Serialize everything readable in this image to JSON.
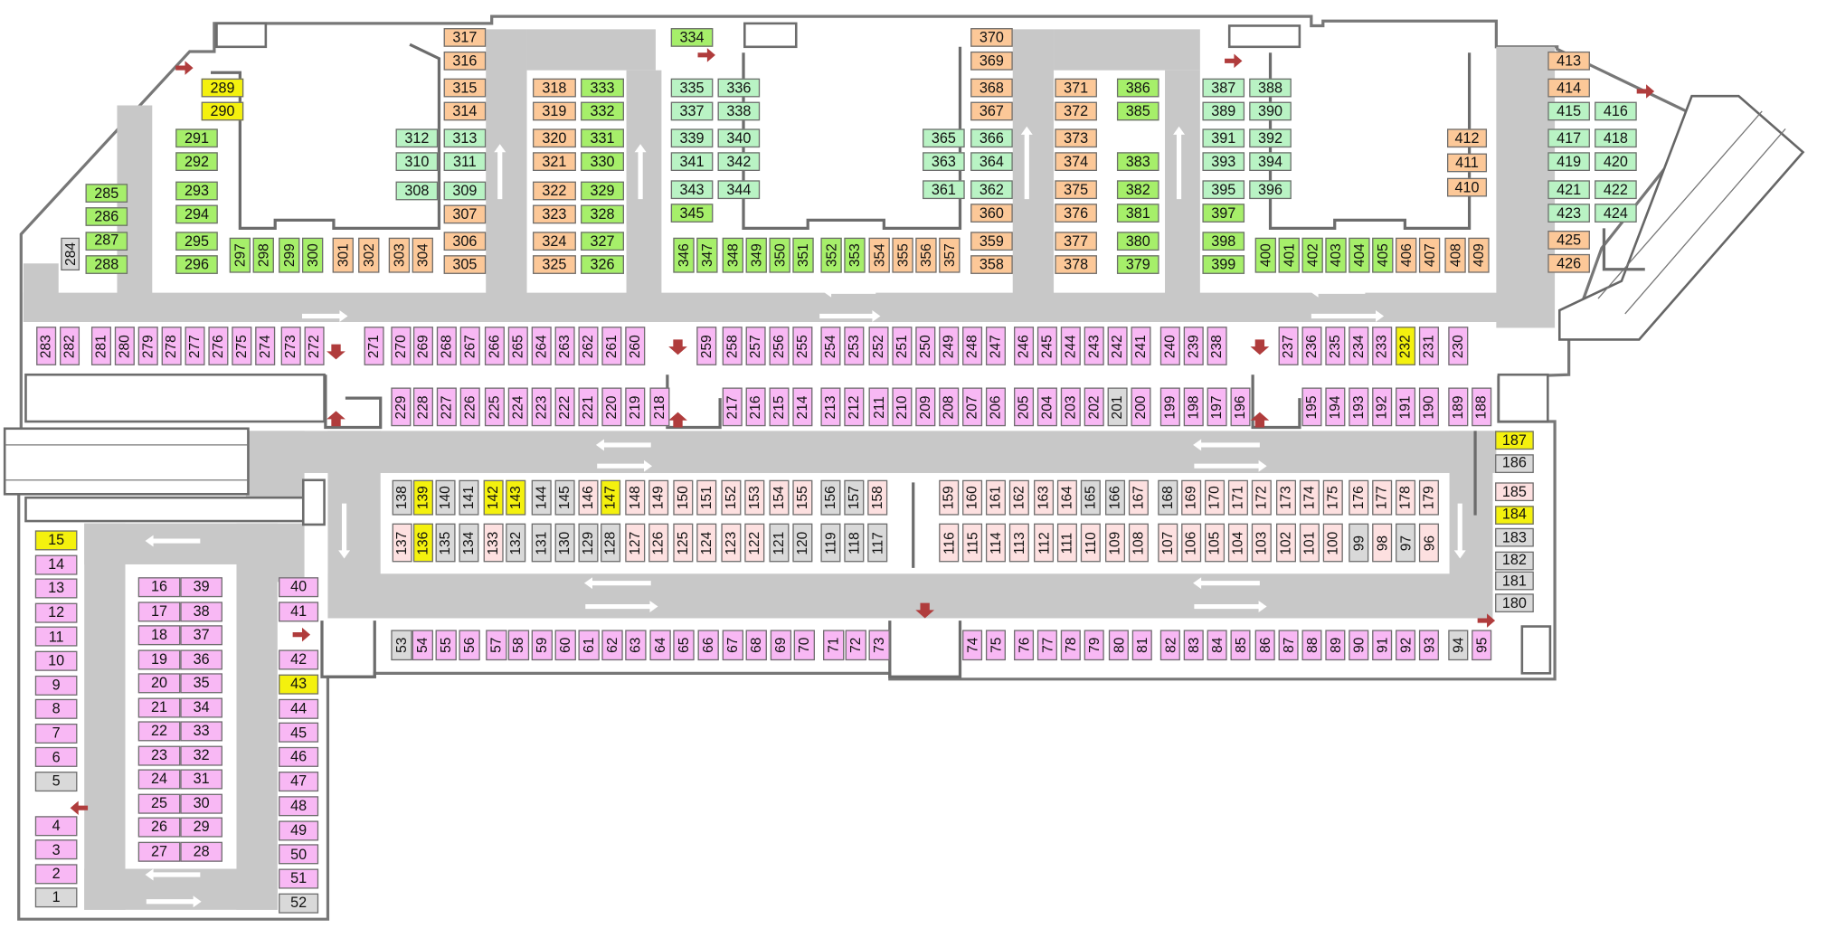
{
  "colors": {
    "pink": "#f8b8f4",
    "green": "#b9f3c4",
    "lime": "#a6ef6a",
    "orange": "#fcc898",
    "yellow": "#f4f10e",
    "gray": "#d9d9d9",
    "lightpink": "#fde0e0",
    "road": "#c8c8c8",
    "wall": "#6c6c6c",
    "arrow": "#b03c3c"
  },
  "palette": [
    "pink",
    "green",
    "lime",
    "orange",
    "yellow",
    "gray",
    "lightpink"
  ],
  "spots": [
    [
      "15",
      4
    ],
    [
      "14",
      0
    ],
    [
      "13",
      0
    ],
    [
      "12",
      0
    ],
    [
      "11",
      0
    ],
    [
      "10",
      0
    ],
    [
      "9",
      0
    ],
    [
      "8",
      0
    ],
    [
      "7",
      0
    ],
    [
      "6",
      0
    ],
    [
      "5",
      5
    ],
    [
      "4",
      0
    ],
    [
      "3",
      0
    ],
    [
      "2",
      0
    ],
    [
      "1",
      5
    ],
    [
      "16",
      0
    ],
    [
      "17",
      0
    ],
    [
      "18",
      0
    ],
    [
      "19",
      0
    ],
    [
      "20",
      0
    ],
    [
      "21",
      0
    ],
    [
      "22",
      0
    ],
    [
      "23",
      0
    ],
    [
      "24",
      0
    ],
    [
      "25",
      0
    ],
    [
      "26",
      0
    ],
    [
      "27",
      0
    ],
    [
      "39",
      0
    ],
    [
      "38",
      0
    ],
    [
      "37",
      0
    ],
    [
      "36",
      0
    ],
    [
      "35",
      0
    ],
    [
      "34",
      0
    ],
    [
      "33",
      0
    ],
    [
      "32",
      0
    ],
    [
      "31",
      0
    ],
    [
      "30",
      0
    ],
    [
      "29",
      0
    ],
    [
      "28",
      0
    ],
    [
      "40",
      0
    ],
    [
      "41",
      0
    ],
    [
      "42",
      0
    ],
    [
      "43",
      4
    ],
    [
      "44",
      0
    ],
    [
      "45",
      0
    ],
    [
      "46",
      0
    ],
    [
      "47",
      0
    ],
    [
      "48",
      0
    ],
    [
      "49",
      0
    ],
    [
      "50",
      0
    ],
    [
      "51",
      0
    ],
    [
      "52",
      5
    ],
    [
      "53",
      5
    ],
    [
      "54",
      0
    ],
    [
      "55",
      0
    ],
    [
      "56",
      0
    ],
    [
      "57",
      0
    ],
    [
      "58",
      0
    ],
    [
      "59",
      0
    ],
    [
      "60",
      0
    ],
    [
      "61",
      0
    ],
    [
      "62",
      0
    ],
    [
      "63",
      0
    ],
    [
      "64",
      0
    ],
    [
      "65",
      0
    ],
    [
      "66",
      0
    ],
    [
      "67",
      0
    ],
    [
      "68",
      0
    ],
    [
      "69",
      0
    ],
    [
      "70",
      0
    ],
    [
      "71",
      0
    ],
    [
      "72",
      0
    ],
    [
      "73",
      0
    ],
    [
      "74",
      0
    ],
    [
      "75",
      0
    ],
    [
      "76",
      0
    ],
    [
      "77",
      0
    ],
    [
      "78",
      0
    ],
    [
      "79",
      0
    ],
    [
      "80",
      0
    ],
    [
      "81",
      0
    ],
    [
      "82",
      0
    ],
    [
      "83",
      0
    ],
    [
      "84",
      0
    ],
    [
      "85",
      0
    ],
    [
      "86",
      0
    ],
    [
      "87",
      0
    ],
    [
      "88",
      0
    ],
    [
      "89",
      0
    ],
    [
      "90",
      0
    ],
    [
      "91",
      0
    ],
    [
      "92",
      0
    ],
    [
      "93",
      0
    ],
    [
      "94",
      5
    ],
    [
      "95",
      0
    ],
    [
      "137",
      6
    ],
    [
      "136",
      4
    ],
    [
      "135",
      5
    ],
    [
      "134",
      5
    ],
    [
      "133",
      6
    ],
    [
      "132",
      5
    ],
    [
      "131",
      5
    ],
    [
      "130",
      5
    ],
    [
      "129",
      5
    ],
    [
      "128",
      5
    ],
    [
      "127",
      6
    ],
    [
      "126",
      6
    ],
    [
      "125",
      6
    ],
    [
      "124",
      6
    ],
    [
      "123",
      6
    ],
    [
      "122",
      6
    ],
    [
      "121",
      5
    ],
    [
      "120",
      5
    ],
    [
      "119",
      5
    ],
    [
      "118",
      5
    ],
    [
      "117",
      5
    ],
    [
      "116",
      6
    ],
    [
      "115",
      6
    ],
    [
      "114",
      6
    ],
    [
      "113",
      6
    ],
    [
      "112",
      6
    ],
    [
      "111",
      6
    ],
    [
      "110",
      6
    ],
    [
      "109",
      6
    ],
    [
      "108",
      6
    ],
    [
      "107",
      6
    ],
    [
      "106",
      6
    ],
    [
      "105",
      6
    ],
    [
      "104",
      6
    ],
    [
      "103",
      6
    ],
    [
      "102",
      6
    ],
    [
      "101",
      6
    ],
    [
      "100",
      6
    ],
    [
      "99",
      5
    ],
    [
      "98",
      6
    ],
    [
      "97",
      5
    ],
    [
      "96",
      6
    ],
    [
      "138",
      5
    ],
    [
      "139",
      4
    ],
    [
      "140",
      5
    ],
    [
      "141",
      5
    ],
    [
      "142",
      4
    ],
    [
      "143",
      4
    ],
    [
      "144",
      5
    ],
    [
      "145",
      5
    ],
    [
      "146",
      6
    ],
    [
      "147",
      4
    ],
    [
      "148",
      6
    ],
    [
      "149",
      6
    ],
    [
      "150",
      6
    ],
    [
      "151",
      6
    ],
    [
      "152",
      6
    ],
    [
      "153",
      6
    ],
    [
      "154",
      6
    ],
    [
      "155",
      6
    ],
    [
      "156",
      5
    ],
    [
      "157",
      5
    ],
    [
      "158",
      6
    ],
    [
      "159",
      6
    ],
    [
      "160",
      6
    ],
    [
      "161",
      6
    ],
    [
      "162",
      6
    ],
    [
      "163",
      6
    ],
    [
      "164",
      6
    ],
    [
      "165",
      5
    ],
    [
      "166",
      5
    ],
    [
      "167",
      6
    ],
    [
      "168",
      5
    ],
    [
      "169",
      6
    ],
    [
      "170",
      6
    ],
    [
      "171",
      6
    ],
    [
      "172",
      6
    ],
    [
      "173",
      6
    ],
    [
      "174",
      6
    ],
    [
      "175",
      6
    ],
    [
      "176",
      6
    ],
    [
      "177",
      6
    ],
    [
      "178",
      6
    ],
    [
      "179",
      6
    ],
    [
      "229",
      0
    ],
    [
      "228",
      0
    ],
    [
      "227",
      0
    ],
    [
      "226",
      0
    ],
    [
      "225",
      0
    ],
    [
      "224",
      0
    ],
    [
      "223",
      0
    ],
    [
      "222",
      0
    ],
    [
      "221",
      0
    ],
    [
      "220",
      0
    ],
    [
      "219",
      0
    ],
    [
      "218",
      0
    ],
    [
      "217",
      0
    ],
    [
      "216",
      0
    ],
    [
      "215",
      0
    ],
    [
      "214",
      0
    ],
    [
      "213",
      0
    ],
    [
      "212",
      0
    ],
    [
      "211",
      0
    ],
    [
      "210",
      0
    ],
    [
      "209",
      0
    ],
    [
      "208",
      0
    ],
    [
      "207",
      0
    ],
    [
      "206",
      0
    ],
    [
      "205",
      0
    ],
    [
      "204",
      0
    ],
    [
      "203",
      0
    ],
    [
      "202",
      0
    ],
    [
      "201",
      5
    ],
    [
      "200",
      0
    ],
    [
      "199",
      0
    ],
    [
      "198",
      0
    ],
    [
      "197",
      0
    ],
    [
      "196",
      0
    ],
    [
      "195",
      0
    ],
    [
      "194",
      0
    ],
    [
      "193",
      0
    ],
    [
      "192",
      0
    ],
    [
      "191",
      0
    ],
    [
      "190",
      0
    ],
    [
      "189",
      0
    ],
    [
      "188",
      0
    ],
    [
      "187",
      4
    ],
    [
      "186",
      5
    ],
    [
      "185",
      6
    ],
    [
      "184",
      4
    ],
    [
      "183",
      5
    ],
    [
      "182",
      5
    ],
    [
      "181",
      5
    ],
    [
      "180",
      5
    ],
    [
      "283",
      0
    ],
    [
      "282",
      0
    ],
    [
      "281",
      0
    ],
    [
      "280",
      0
    ],
    [
      "279",
      0
    ],
    [
      "278",
      0
    ],
    [
      "277",
      0
    ],
    [
      "276",
      0
    ],
    [
      "275",
      0
    ],
    [
      "274",
      0
    ],
    [
      "273",
      0
    ],
    [
      "272",
      0
    ],
    [
      "271",
      0
    ],
    [
      "270",
      0
    ],
    [
      "269",
      0
    ],
    [
      "268",
      0
    ],
    [
      "267",
      0
    ],
    [
      "266",
      0
    ],
    [
      "265",
      0
    ],
    [
      "264",
      0
    ],
    [
      "263",
      0
    ],
    [
      "262",
      0
    ],
    [
      "261",
      0
    ],
    [
      "260",
      0
    ],
    [
      "259",
      0
    ],
    [
      "258",
      0
    ],
    [
      "257",
      0
    ],
    [
      "256",
      0
    ],
    [
      "255",
      0
    ],
    [
      "254",
      0
    ],
    [
      "253",
      0
    ],
    [
      "252",
      0
    ],
    [
      "251",
      0
    ],
    [
      "250",
      0
    ],
    [
      "249",
      0
    ],
    [
      "248",
      0
    ],
    [
      "247",
      0
    ],
    [
      "246",
      0
    ],
    [
      "245",
      0
    ],
    [
      "244",
      0
    ],
    [
      "243",
      0
    ],
    [
      "242",
      0
    ],
    [
      "241",
      0
    ],
    [
      "240",
      0
    ],
    [
      "239",
      0
    ],
    [
      "238",
      0
    ],
    [
      "237",
      0
    ],
    [
      "236",
      0
    ],
    [
      "235",
      0
    ],
    [
      "234",
      0
    ],
    [
      "233",
      0
    ],
    [
      "232",
      4
    ],
    [
      "231",
      0
    ],
    [
      "230",
      0
    ],
    [
      "284",
      5
    ],
    [
      "285",
      2
    ],
    [
      "286",
      2
    ],
    [
      "287",
      2
    ],
    [
      "288",
      2
    ],
    [
      "289",
      4
    ],
    [
      "290",
      4
    ],
    [
      "291",
      2
    ],
    [
      "292",
      2
    ],
    [
      "293",
      2
    ],
    [
      "294",
      2
    ],
    [
      "295",
      2
    ],
    [
      "296",
      2
    ],
    [
      "297",
      2
    ],
    [
      "298",
      2
    ],
    [
      "299",
      2
    ],
    [
      "300",
      2
    ],
    [
      "301",
      3
    ],
    [
      "302",
      3
    ],
    [
      "303",
      3
    ],
    [
      "304",
      3
    ],
    [
      "305",
      3
    ],
    [
      "306",
      3
    ],
    [
      "307",
      3
    ],
    [
      "308",
      1
    ],
    [
      "309",
      1
    ],
    [
      "310",
      1
    ],
    [
      "311",
      1
    ],
    [
      "312",
      1
    ],
    [
      "313",
      1
    ],
    [
      "314",
      3
    ],
    [
      "315",
      3
    ],
    [
      "316",
      3
    ],
    [
      "317",
      3
    ],
    [
      "318",
      3
    ],
    [
      "319",
      3
    ],
    [
      "320",
      3
    ],
    [
      "321",
      3
    ],
    [
      "322",
      3
    ],
    [
      "323",
      3
    ],
    [
      "324",
      3
    ],
    [
      "325",
      3
    ],
    [
      "326",
      2
    ],
    [
      "327",
      2
    ],
    [
      "328",
      2
    ],
    [
      "329",
      2
    ],
    [
      "330",
      2
    ],
    [
      "331",
      2
    ],
    [
      "332",
      2
    ],
    [
      "333",
      2
    ],
    [
      "334",
      2
    ],
    [
      "335",
      1
    ],
    [
      "336",
      1
    ],
    [
      "337",
      1
    ],
    [
      "338",
      1
    ],
    [
      "339",
      1
    ],
    [
      "340",
      1
    ],
    [
      "341",
      1
    ],
    [
      "342",
      1
    ],
    [
      "343",
      1
    ],
    [
      "344",
      1
    ],
    [
      "345",
      2
    ],
    [
      "346",
      2
    ],
    [
      "347",
      2
    ],
    [
      "348",
      2
    ],
    [
      "349",
      2
    ],
    [
      "350",
      2
    ],
    [
      "351",
      2
    ],
    [
      "352",
      2
    ],
    [
      "353",
      2
    ],
    [
      "354",
      3
    ],
    [
      "355",
      3
    ],
    [
      "356",
      3
    ],
    [
      "357",
      3
    ],
    [
      "358",
      3
    ],
    [
      "359",
      3
    ],
    [
      "360",
      3
    ],
    [
      "361",
      1
    ],
    [
      "362",
      1
    ],
    [
      "363",
      1
    ],
    [
      "364",
      1
    ],
    [
      "365",
      1
    ],
    [
      "366",
      1
    ],
    [
      "367",
      3
    ],
    [
      "368",
      3
    ],
    [
      "369",
      3
    ],
    [
      "370",
      3
    ],
    [
      "371",
      3
    ],
    [
      "372",
      3
    ],
    [
      "373",
      3
    ],
    [
      "374",
      3
    ],
    [
      "375",
      3
    ],
    [
      "376",
      3
    ],
    [
      "377",
      3
    ],
    [
      "378",
      3
    ],
    [
      "379",
      2
    ],
    [
      "380",
      2
    ],
    [
      "381",
      2
    ],
    [
      "382",
      2
    ],
    [
      "383",
      2
    ],
    [
      "385",
      2
    ],
    [
      "386",
      2
    ],
    [
      "387",
      1
    ],
    [
      "388",
      1
    ],
    [
      "389",
      1
    ],
    [
      "390",
      1
    ],
    [
      "391",
      1
    ],
    [
      "392",
      1
    ],
    [
      "393",
      1
    ],
    [
      "394",
      1
    ],
    [
      "395",
      1
    ],
    [
      "396",
      1
    ],
    [
      "397",
      2
    ],
    [
      "398",
      2
    ],
    [
      "399",
      2
    ],
    [
      "400",
      2
    ],
    [
      "401",
      2
    ],
    [
      "402",
      2
    ],
    [
      "403",
      2
    ],
    [
      "404",
      2
    ],
    [
      "405",
      2
    ],
    [
      "406",
      3
    ],
    [
      "407",
      3
    ],
    [
      "408",
      3
    ],
    [
      "409",
      3
    ],
    [
      "410",
      3
    ],
    [
      "411",
      3
    ],
    [
      "412",
      3
    ],
    [
      "413",
      3
    ],
    [
      "414",
      3
    ],
    [
      "415",
      1
    ],
    [
      "416",
      1
    ],
    [
      "417",
      1
    ],
    [
      "418",
      1
    ],
    [
      "419",
      1
    ],
    [
      "420",
      1
    ],
    [
      "421",
      1
    ],
    [
      "422",
      1
    ],
    [
      "423",
      1
    ],
    [
      "424",
      1
    ],
    [
      "425",
      3
    ],
    [
      "426",
      3
    ]
  ]
}
